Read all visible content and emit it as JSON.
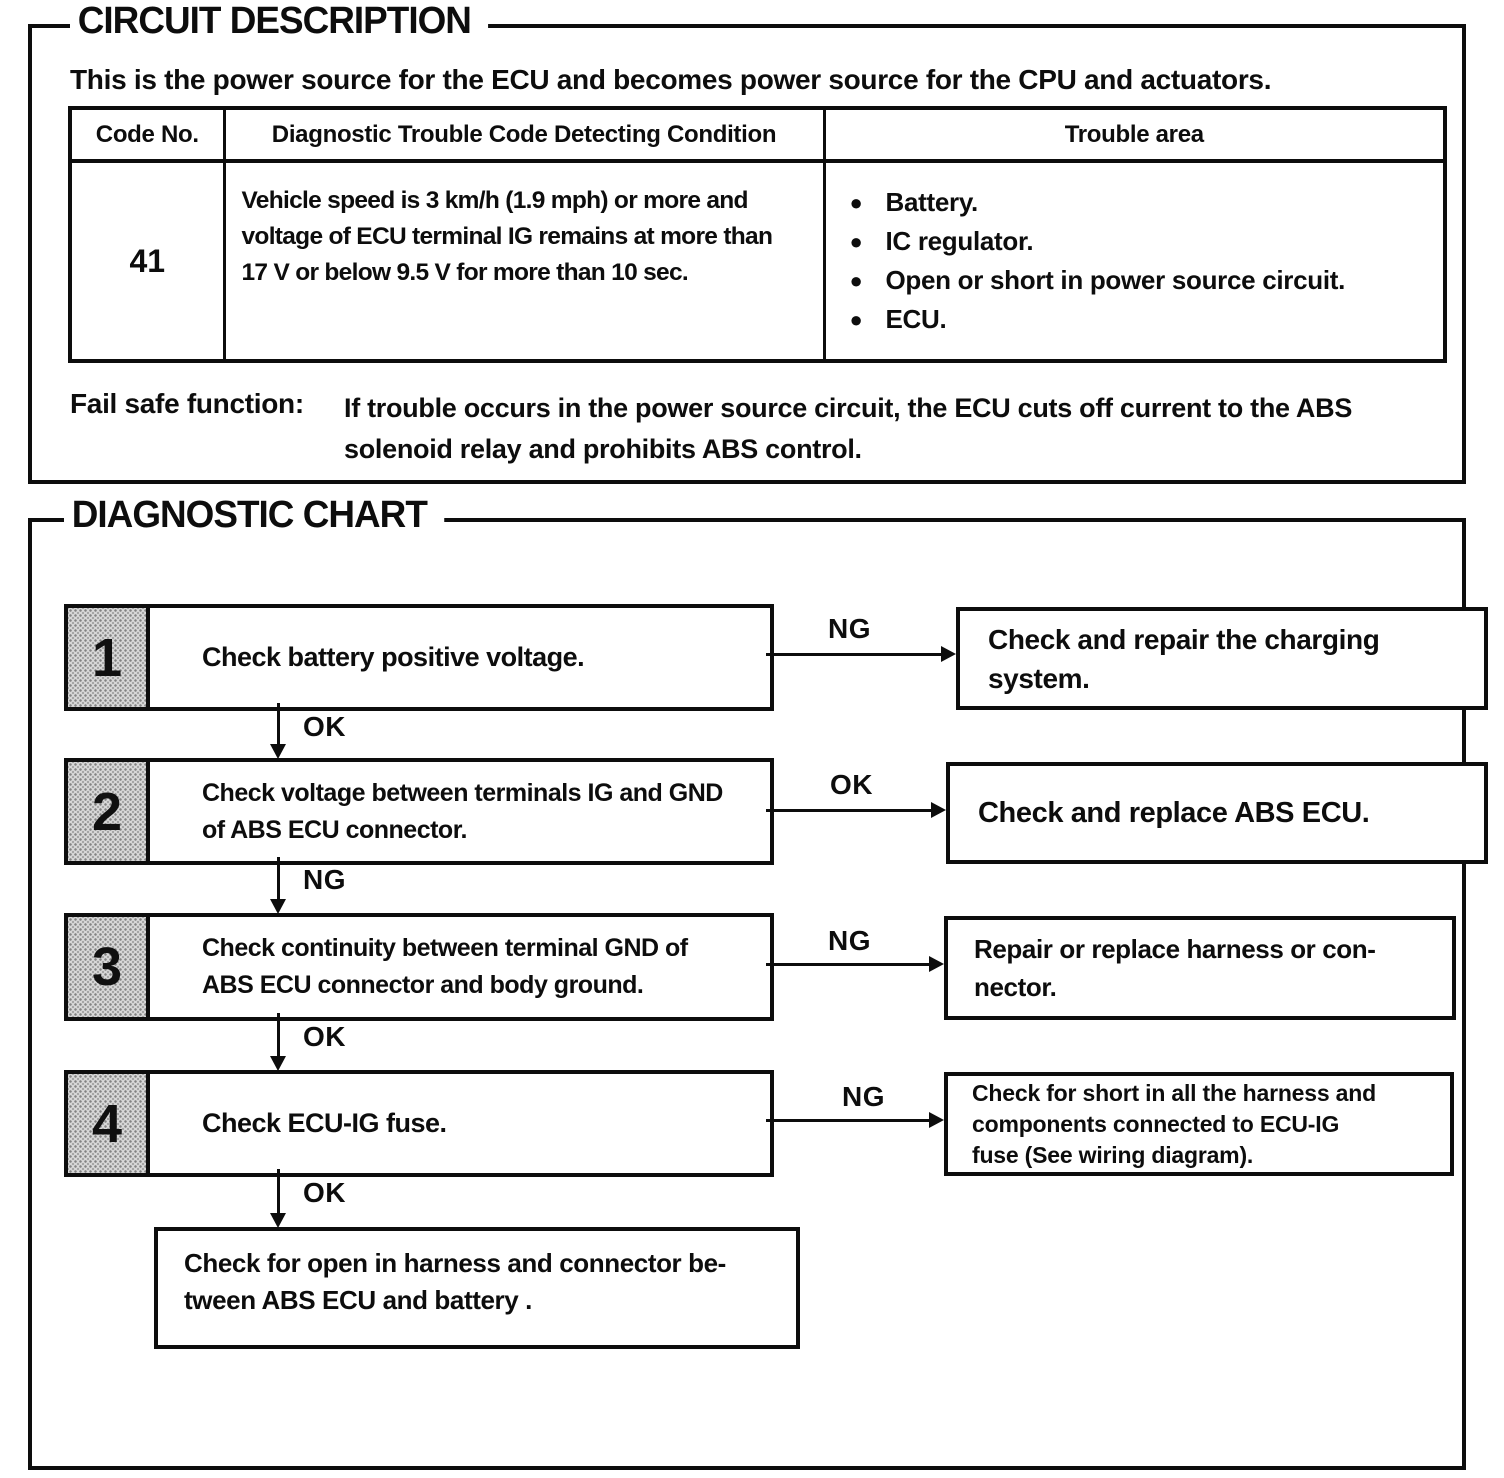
{
  "circuit_description": {
    "title": "CIRCUIT DESCRIPTION",
    "intro": "This is the power source for the ECU and becomes power source for the CPU and actuators.",
    "table": {
      "headers": [
        "Code No.",
        "Diagnostic Trouble Code Detecting Condition",
        "Trouble area"
      ],
      "rows": [
        {
          "code": "41",
          "condition": "Vehicle speed is 3 km/h (1.9 mph) or more and\nvoltage of ECU terminal IG remains at more than\n17 V or below 9.5 V for more than 10 sec.",
          "trouble_areas": [
            "Battery.",
            "IC regulator.",
            "Open or short in power source circuit.",
            "ECU."
          ]
        }
      ]
    },
    "fail_safe": {
      "label": "Fail safe function:",
      "text": "If trouble occurs in the power source circuit, the ECU cuts off current to the ABS\nsolenoid relay and prohibits ABS control."
    }
  },
  "diagnostic_chart": {
    "title": "DIAGNOSTIC CHART",
    "steps": [
      {
        "number": "1",
        "text": "Check battery positive voltage.",
        "branch_label": "NG",
        "branch_result": "Check and repair the charging\nsystem.",
        "down_label": "OK"
      },
      {
        "number": "2",
        "text": "Check voltage between terminals IG and GND\nof ABS ECU connector.",
        "branch_label": "OK",
        "branch_result": "Check and replace ABS ECU.",
        "down_label": "NG"
      },
      {
        "number": "3",
        "text": "Check continuity between terminal GND of\nABS ECU connector and body ground.",
        "branch_label": "NG",
        "branch_result": "Repair or replace harness or con-\nnector.",
        "down_label": "OK"
      },
      {
        "number": "4",
        "text": "Check ECU-IG fuse.",
        "branch_label": "NG",
        "branch_result": "Check for short in all the harness and\ncomponents connected to ECU-IG\nfuse (See wiring diagram).",
        "down_label": "OK"
      }
    ],
    "final_step": "Check for open in harness and connector be-\ntween ABS ECU and battery ."
  },
  "colors": {
    "ink": "#0d0d0d",
    "paper": "#ffffff",
    "halftone_tab": "#d8d8d8"
  }
}
